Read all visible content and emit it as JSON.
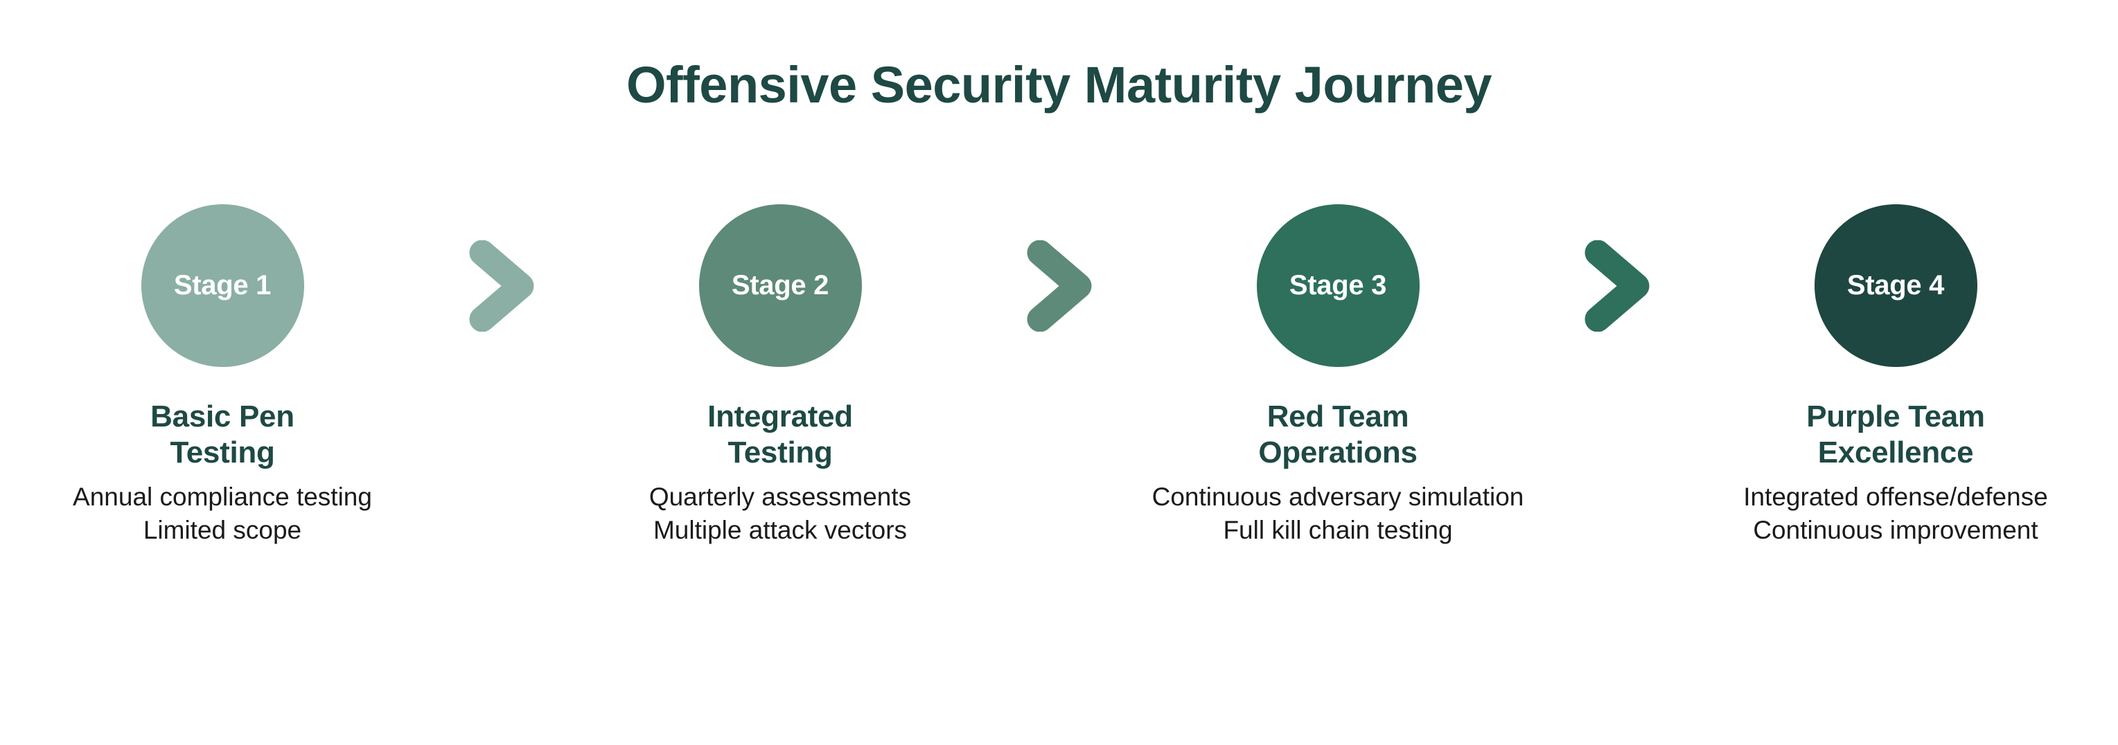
{
  "title": "Offensive Security Maturity Journey",
  "theme": {
    "background": "#FFFFFF",
    "title_color": "#1E4944",
    "heading_color": "#1E4944",
    "detail_color": "#1A1A1A",
    "badge_label_color": "#FFFFFF"
  },
  "stages": [
    {
      "badge_label": "Stage 1",
      "color": "#8BAFA4",
      "heading_line1": "Basic Pen",
      "heading_line2": "Testing",
      "detail_line1": "Annual compliance testing",
      "detail_line2": "Limited scope"
    },
    {
      "badge_label": "Stage 2",
      "color": "#5E8A7A",
      "heading_line1": "Integrated",
      "heading_line2": "Testing",
      "detail_line1": "Quarterly assessments",
      "detail_line2": "Multiple attack vectors"
    },
    {
      "badge_label": "Stage 3",
      "color": "#2E705C",
      "heading_line1": "Red Team",
      "heading_line2": "Operations",
      "detail_line1": "Continuous adversary simulation",
      "detail_line2": "Full kill chain testing"
    },
    {
      "badge_label": "Stage 4",
      "color": "#1E4741",
      "heading_line1": "Purple Team",
      "heading_line2": "Excellence",
      "detail_line1": "Integrated offense/defense",
      "detail_line2": "Continuous improvement"
    }
  ],
  "connectors": [
    {
      "icon": "chevron-right-icon",
      "color": "#8BAFA4"
    },
    {
      "icon": "chevron-right-icon",
      "color": "#5E8A7A"
    },
    {
      "icon": "chevron-right-icon",
      "color": "#2E705C"
    }
  ]
}
